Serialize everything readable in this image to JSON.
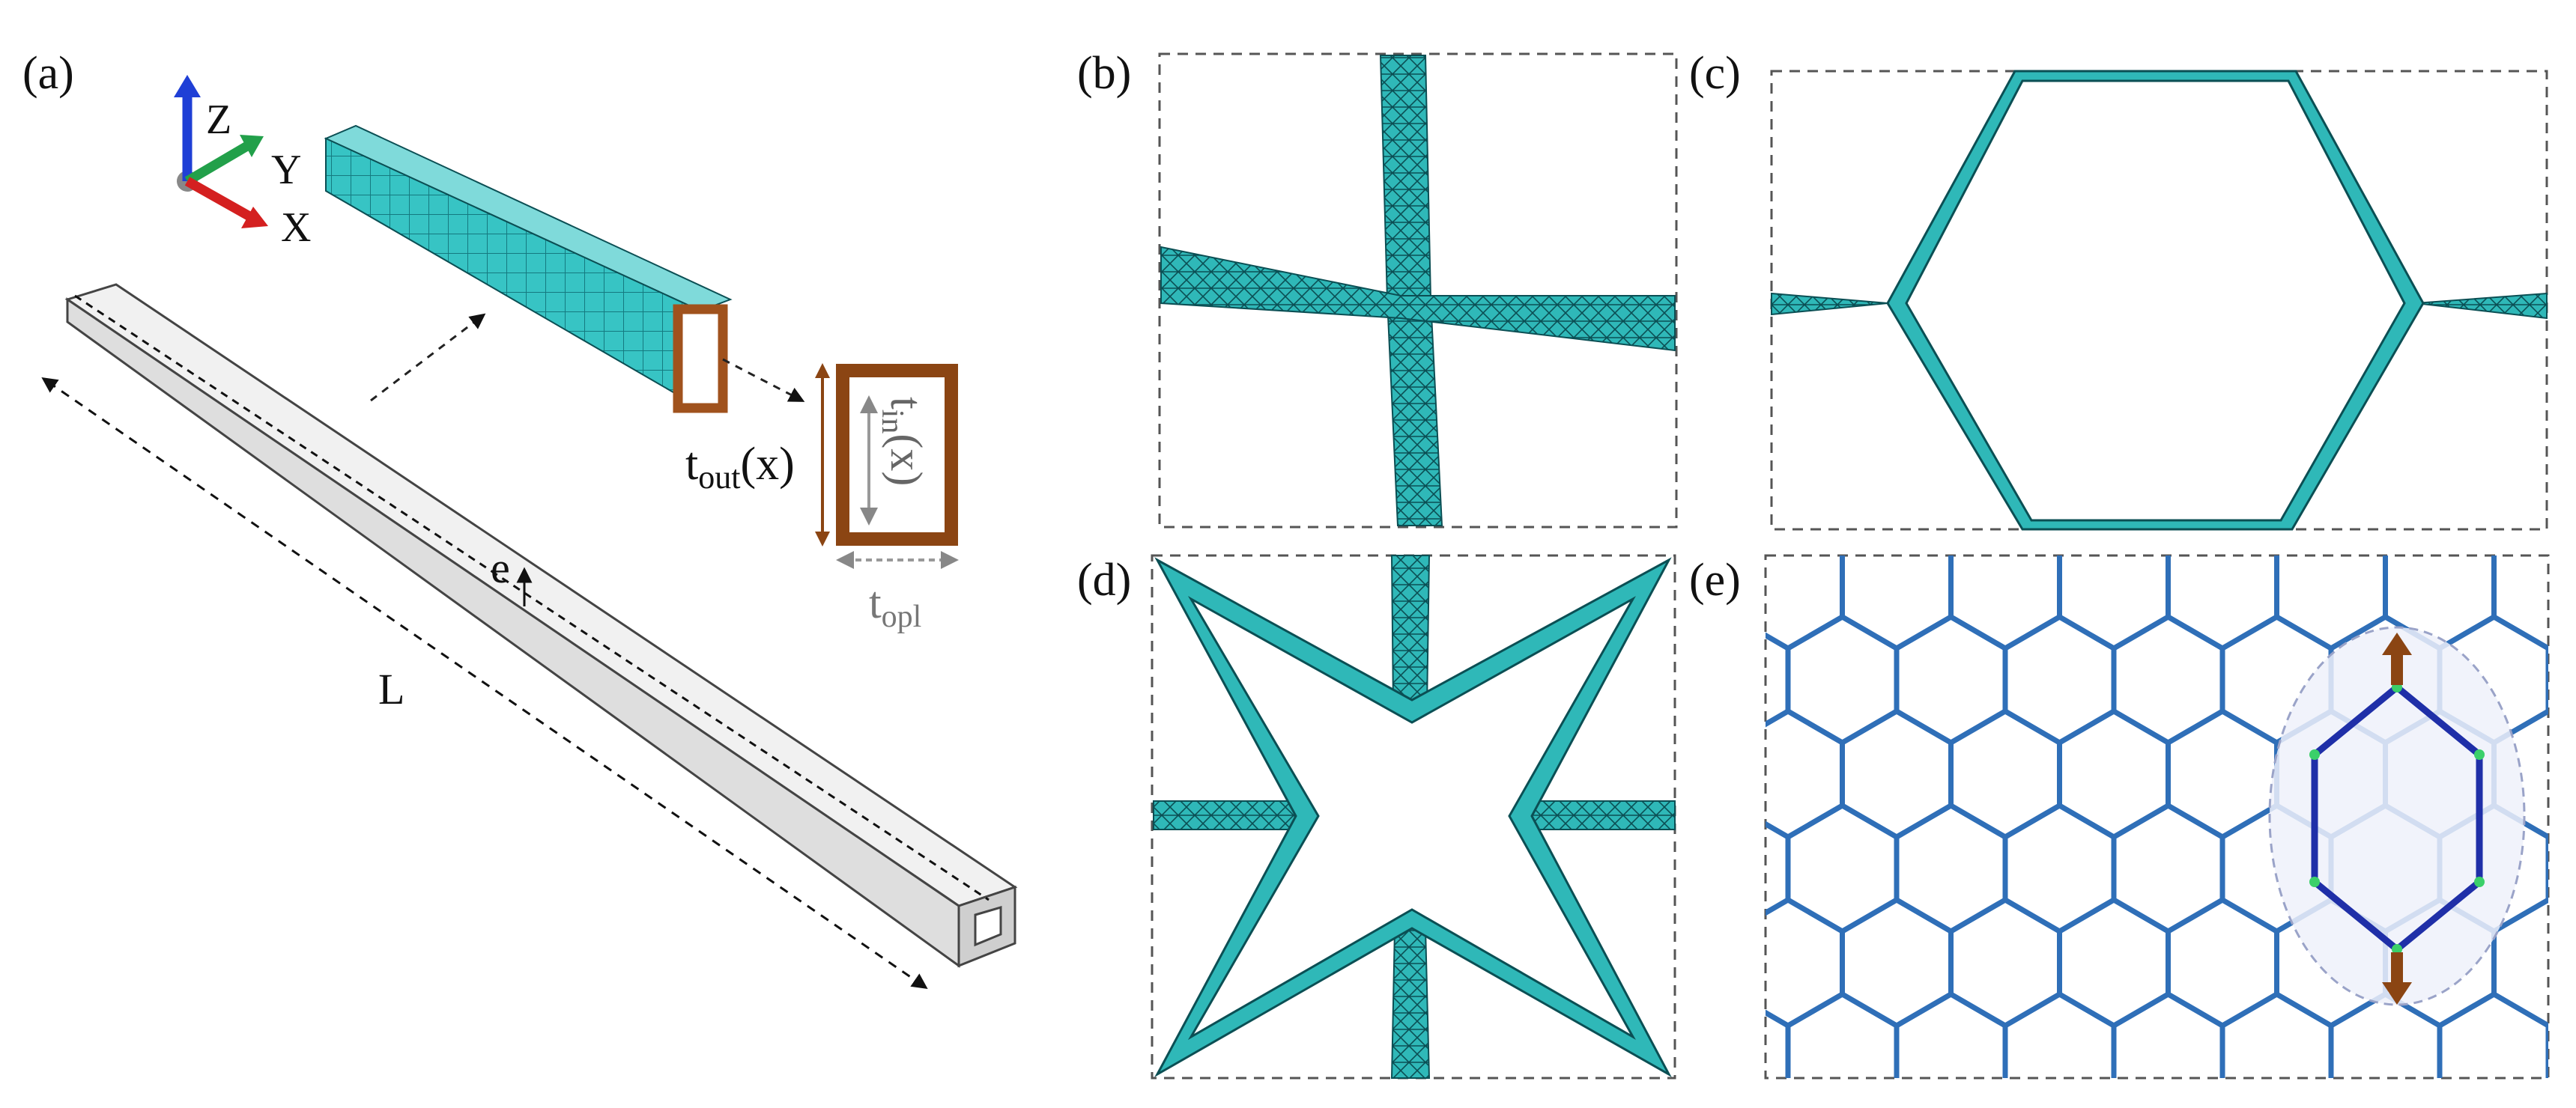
{
  "panels": {
    "a": {
      "label": "(a)"
    },
    "b": {
      "label": "(b)"
    },
    "c": {
      "label": "(c)"
    },
    "d": {
      "label": "(d)"
    },
    "e": {
      "label": "(e)"
    }
  },
  "axes": {
    "z": "Z",
    "y": "Y",
    "x": "X"
  },
  "beam": {
    "length_symbol": "L",
    "eccentricity_symbol": "e",
    "t_out_base": "t",
    "t_out_sub": "out",
    "t_out_arg": "(x)",
    "t_in_base": "t",
    "t_in_sub": "in",
    "t_in_arg": "(x)",
    "t_opl_base": "t",
    "t_opl_sub": "opl"
  },
  "colors": {
    "mesh_fill": "#2fb8b8",
    "mesh_line": "#0b4f54",
    "cross_section": "#8b4513",
    "beam_face": "#e8e8e8",
    "honeycomb": "#2f6fb8",
    "axis_z": "#1f3fd6",
    "axis_y": "#22a04a",
    "axis_x": "#d42020",
    "load_arrow": "#8b4513",
    "dashed_frame": "#555555"
  }
}
